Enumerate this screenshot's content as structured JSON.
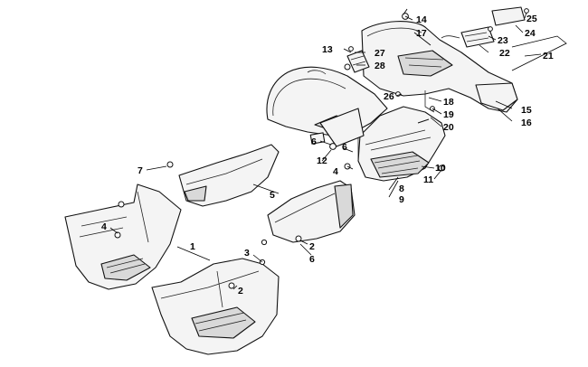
{
  "callouts": [
    {
      "id": "c1",
      "text": "1"
    },
    {
      "id": "c2a",
      "text": "2"
    },
    {
      "id": "c2b",
      "text": "2"
    },
    {
      "id": "c3",
      "text": "3"
    },
    {
      "id": "c4a",
      "text": "4"
    },
    {
      "id": "c4b",
      "text": "4"
    },
    {
      "id": "c5",
      "text": "5"
    },
    {
      "id": "c6a",
      "text": "6"
    },
    {
      "id": "c6b",
      "text": "6"
    },
    {
      "id": "c6c",
      "text": "6"
    },
    {
      "id": "c7",
      "text": "7"
    },
    {
      "id": "c8",
      "text": "8"
    },
    {
      "id": "c9",
      "text": "9"
    },
    {
      "id": "c10",
      "text": "10"
    },
    {
      "id": "c11",
      "text": "11"
    },
    {
      "id": "c12",
      "text": "12"
    },
    {
      "id": "c13",
      "text": "13"
    },
    {
      "id": "c14",
      "text": "14"
    },
    {
      "id": "c15",
      "text": "15"
    },
    {
      "id": "c16",
      "text": "16"
    },
    {
      "id": "c17",
      "text": "17"
    },
    {
      "id": "c18",
      "text": "18"
    },
    {
      "id": "c19",
      "text": "19"
    },
    {
      "id": "c20",
      "text": "20"
    },
    {
      "id": "c21",
      "text": "21"
    },
    {
      "id": "c22",
      "text": "22"
    },
    {
      "id": "c23",
      "text": "23"
    },
    {
      "id": "c24",
      "text": "24"
    },
    {
      "id": "c25",
      "text": "25"
    },
    {
      "id": "c26",
      "text": "26"
    },
    {
      "id": "c27",
      "text": "27"
    },
    {
      "id": "c28",
      "text": "28"
    }
  ]
}
